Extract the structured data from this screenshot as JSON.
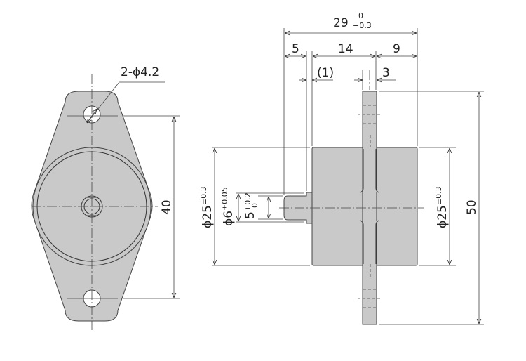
{
  "title": "Rotary damper dimension drawing",
  "colors": {
    "part_fill": "#c9c9c9",
    "line": "#333333"
  },
  "dimensions": {
    "hole_callout": "2-ϕ4.2",
    "hole_pitch": "40",
    "overall_length": "29",
    "overall_length_tol_upper": "0",
    "overall_length_tol_lower": "−0.3",
    "shaft_length": "5",
    "body_length": "14",
    "rear_length": "9",
    "step": "(1)",
    "flange_thickness": "3",
    "flange_height": "50",
    "body_dia_left": "ϕ25",
    "body_dia_left_tol": "±0.3",
    "body_dia_right": "ϕ25",
    "body_dia_right_tol": "±0.3",
    "shaft_dia": "ϕ6",
    "shaft_dia_tol": "±0.05",
    "flat_width": "5",
    "flat_width_tol_upper": "+0.2",
    "flat_width_tol_lower": "0"
  }
}
